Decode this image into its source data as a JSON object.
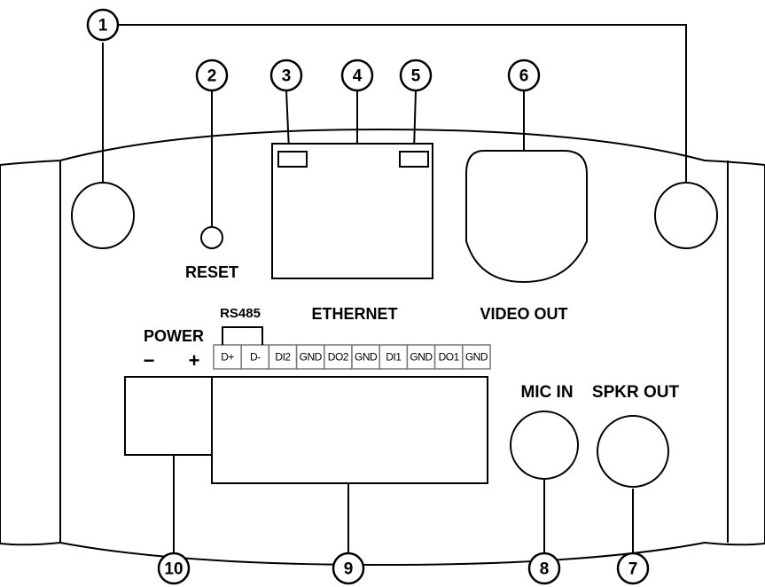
{
  "callouts": [
    "1",
    "2",
    "3",
    "4",
    "5",
    "6",
    "7",
    "8",
    "9",
    "10"
  ],
  "labels": {
    "reset": "RESET",
    "rs485": "RS485",
    "ethernet": "ETHERNET",
    "video_out": "VIDEO OUT",
    "power": "POWER",
    "minus": "−",
    "plus": "+",
    "mic_in": "MIC IN",
    "spkr_out": "SPKR OUT"
  },
  "terminal_pins": [
    "D+",
    "D-",
    "DI2",
    "GND",
    "DO2",
    "GND",
    "DI1",
    "GND",
    "DO1",
    "GND"
  ]
}
